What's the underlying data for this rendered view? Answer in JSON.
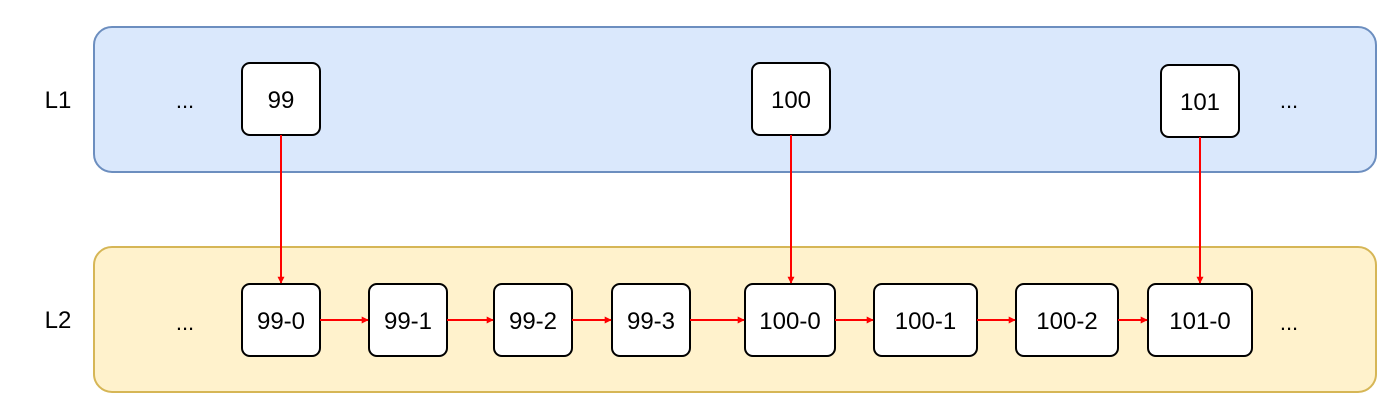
{
  "layers": [
    {
      "label": "L1",
      "fill": "#dae8fc",
      "stroke": "#6c8ebf",
      "leading_ellipsis": "...",
      "trailing_ellipsis": "...",
      "nodes": [
        "99",
        "100",
        "101"
      ]
    },
    {
      "label": "L2",
      "fill": "#fff2cc",
      "stroke": "#d6b656",
      "leading_ellipsis": "...",
      "trailing_ellipsis": "...",
      "nodes": [
        "99-0",
        "99-1",
        "99-2",
        "99-3",
        "100-0",
        "100-1",
        "100-2",
        "101-0"
      ]
    }
  ],
  "edges": {
    "color": "#ff0000",
    "vertical": [
      {
        "from": "99",
        "to": "99-0"
      },
      {
        "from": "100",
        "to": "100-0"
      },
      {
        "from": "101",
        "to": "101-0"
      }
    ],
    "horizontal": [
      {
        "from": "99-0",
        "to": "99-1"
      },
      {
        "from": "99-1",
        "to": "99-2"
      },
      {
        "from": "99-2",
        "to": "99-3"
      },
      {
        "from": "99-3",
        "to": "100-0"
      },
      {
        "from": "100-0",
        "to": "100-1"
      },
      {
        "from": "100-1",
        "to": "100-2"
      },
      {
        "from": "100-2",
        "to": "101-0"
      }
    ]
  }
}
